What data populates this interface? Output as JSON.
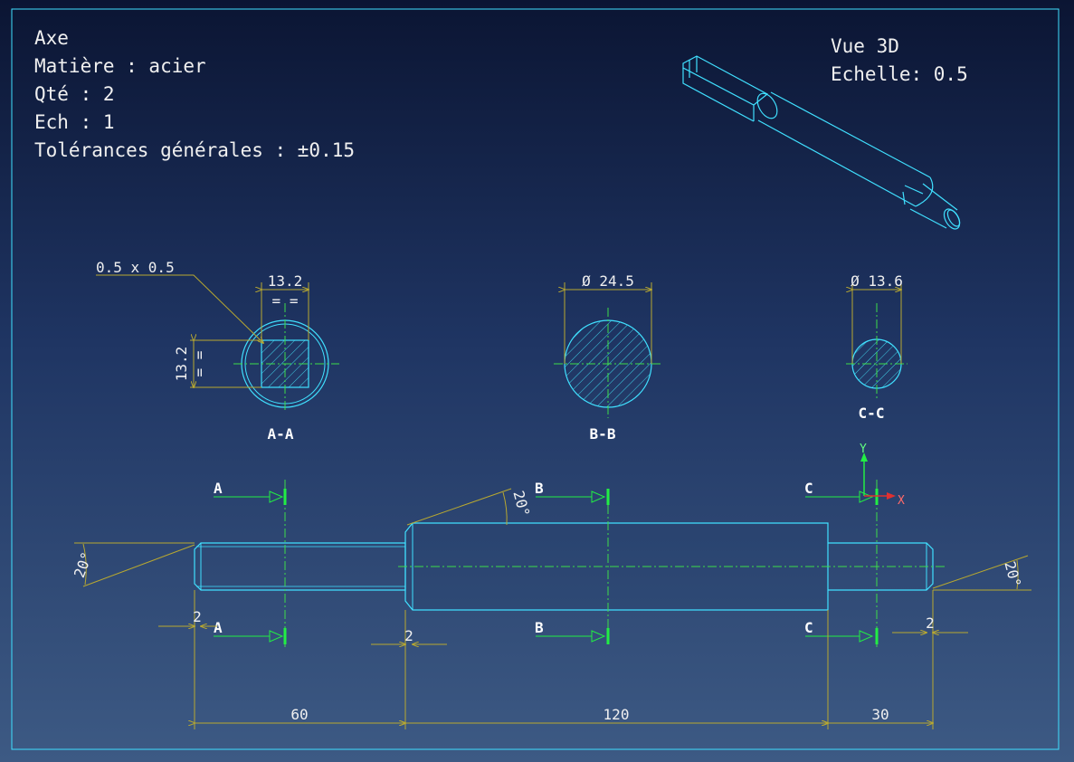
{
  "title_block": {
    "line1": "Axe",
    "line2": "Matière : acier",
    "line3": "Qté : 2",
    "line4": "Ech : 1",
    "line5": "Tolérances générales : ±0.15"
  },
  "view3d": {
    "line1": "Vue 3D",
    "line2": "Echelle: 0.5"
  },
  "sections": {
    "aa": {
      "label": "A-A",
      "chamfer": "0.5 x 0.5",
      "width": "13.2",
      "height": "13.2",
      "equal": "= =",
      "equal_v": "= ="
    },
    "bb": {
      "label": "B-B",
      "diameter": "Ø 24.5"
    },
    "cc": {
      "label": "C-C",
      "diameter": "Ø 13.6"
    }
  },
  "cut_letters": {
    "a": "A",
    "b": "B",
    "c": "C"
  },
  "dims": {
    "len1": "60",
    "len2": "120",
    "len3": "30",
    "chamfer_left": "2",
    "chamfer_mid": "2",
    "chamfer_right": "2",
    "angle": "20°"
  },
  "axes": {
    "x": "X",
    "y": "Y"
  },
  "colors": {
    "outline": "#40e0ff",
    "dimension": "#b8a830",
    "centerline": "#3ddc4a",
    "hatch": "#40d0e8",
    "marker": "#22ee44"
  }
}
